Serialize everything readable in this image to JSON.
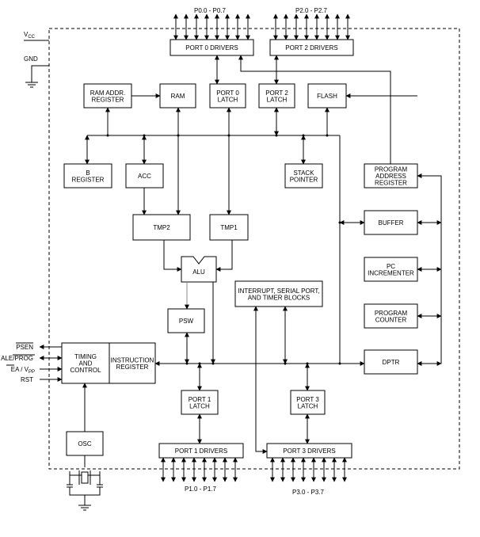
{
  "power": {
    "vcc": "V",
    "vcc_sub": "CC",
    "gnd": "GND"
  },
  "blocks": {
    "port0_drivers": [
      "PORT 0  DRIVERS"
    ],
    "port2_drivers": [
      "PORT 2  DRIVERS"
    ],
    "ram_addr_reg": [
      "RAM ADDR.",
      "REGISTER"
    ],
    "ram": [
      "RAM"
    ],
    "port0_latch": [
      "PORT  0",
      "LATCH"
    ],
    "port2_latch": [
      "PORT  2",
      "LATCH"
    ],
    "flash": [
      "FLASH"
    ],
    "b_register": [
      "B",
      "REGISTER"
    ],
    "acc": [
      "ACC"
    ],
    "stack_pointer": [
      "STACK",
      "POINTER"
    ],
    "program_address_register": [
      "PROGRAM",
      "ADDRESS",
      "REGISTER"
    ],
    "buffer": [
      "BUFFER"
    ],
    "tmp2": [
      "TMP2"
    ],
    "tmp1": [
      "TMP1"
    ],
    "alu": [
      "ALU"
    ],
    "interrupt_blocks": [
      "INTERRUPT,  SERIAL PORT,",
      "AND  TIMER  BLOCKS"
    ],
    "pc_incrementer": [
      "PC",
      "INCREMENTER"
    ],
    "psw": [
      "PSW"
    ],
    "program_counter": [
      "PROGRAM",
      "COUNTER"
    ],
    "timing_control": [
      "TIMING",
      "AND",
      "CONTROL"
    ],
    "instruction_register": [
      "INSTRUCTION",
      "REGISTER"
    ],
    "dptr": [
      "DPTR"
    ],
    "port1_latch": [
      "PORT  1",
      "LATCH"
    ],
    "port3_latch": [
      "PORT  3",
      "LATCH"
    ],
    "osc": [
      "OSC"
    ],
    "port1_drivers": [
      "PORT  1  DRIVERS"
    ],
    "port3_drivers": [
      "PORT  3  DRIVERS"
    ]
  },
  "pins": {
    "p0": "P0.0 - P0.7",
    "p2": "P2.0 - P2.7",
    "p1": "P1.0 - P1.7",
    "p3": "P3.0 - P3.7",
    "psen": "PSEN",
    "ale_prog": "ALE/PROG",
    "ea_vpp": "EA / V",
    "ea_vpp_sub": "PP",
    "rst": "RST"
  }
}
